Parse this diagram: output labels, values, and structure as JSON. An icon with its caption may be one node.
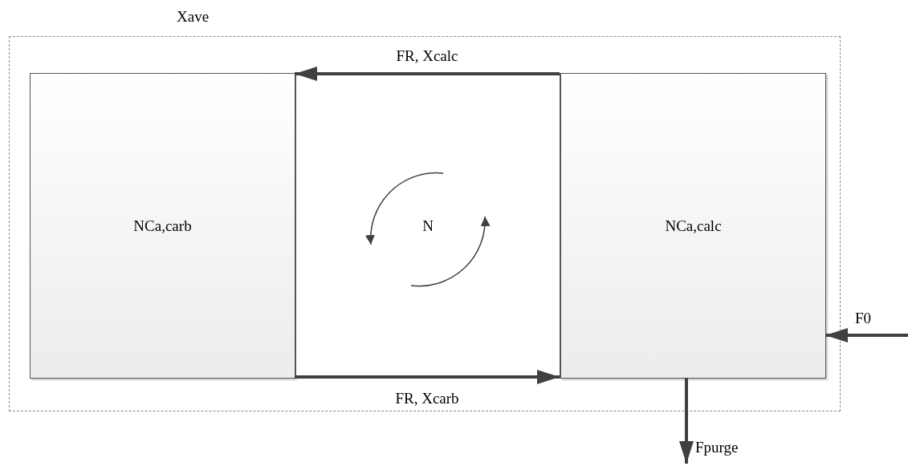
{
  "diagram": {
    "nodes": [
      {
        "text": [
          "Xave"
        ]
      },
      {
        "text": [
          "NCa,carb"
        ],
        "in": 0
      },
      {
        "text": [
          "N"
        ],
        "in": 0
      },
      {
        "text": [
          "NCa,calc"
        ],
        "in": 0
      }
    ],
    "edges": [
      {
        "from": 3,
        "to": 1,
        "arrow": "to",
        "label": "FR, Xcalc"
      },
      {
        "from": 1,
        "to": 3,
        "arrow": "to",
        "label": "FR, Xcarb"
      },
      {
        "from": null,
        "to": 3,
        "arrow": "to",
        "label": "F0"
      },
      {
        "from": 3,
        "to": null,
        "arrow": "to",
        "label": "Fpurge"
      }
    ]
  }
}
